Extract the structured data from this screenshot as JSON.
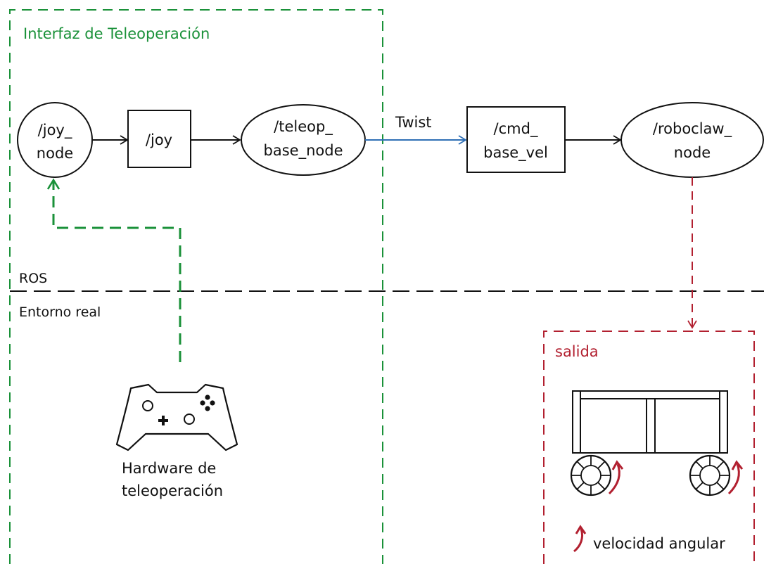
{
  "colors": {
    "green": "#1a9139",
    "red": "#b22030",
    "blue": "#2f6fb5",
    "black": "#111111"
  },
  "regions": {
    "teleop_title": "Interfaz de Teleoperación",
    "ros_label": "ROS",
    "real_env_label": "Entorno real",
    "output_title": "salida"
  },
  "nodes": {
    "joy_node": {
      "line1": "/joy_",
      "line2": "node"
    },
    "joy_topic": {
      "line1": "/joy"
    },
    "teleop_node": {
      "line1": "/teleop_",
      "line2": "base_node"
    },
    "cmd_topic": {
      "line1": "/cmd_",
      "line2": "base_vel"
    },
    "roboclaw_node": {
      "line1": "/roboclaw_",
      "line2": "node"
    }
  },
  "edges": {
    "twist_label": "Twist"
  },
  "hardware": {
    "line1": "Hardware de",
    "line2": "teleoperación",
    "icon": "gamepad-icon"
  },
  "output": {
    "robot_icon": "robot-cart-icon",
    "legend_icon": "angular-velocity-icon",
    "legend_label": "velocidad angular"
  }
}
